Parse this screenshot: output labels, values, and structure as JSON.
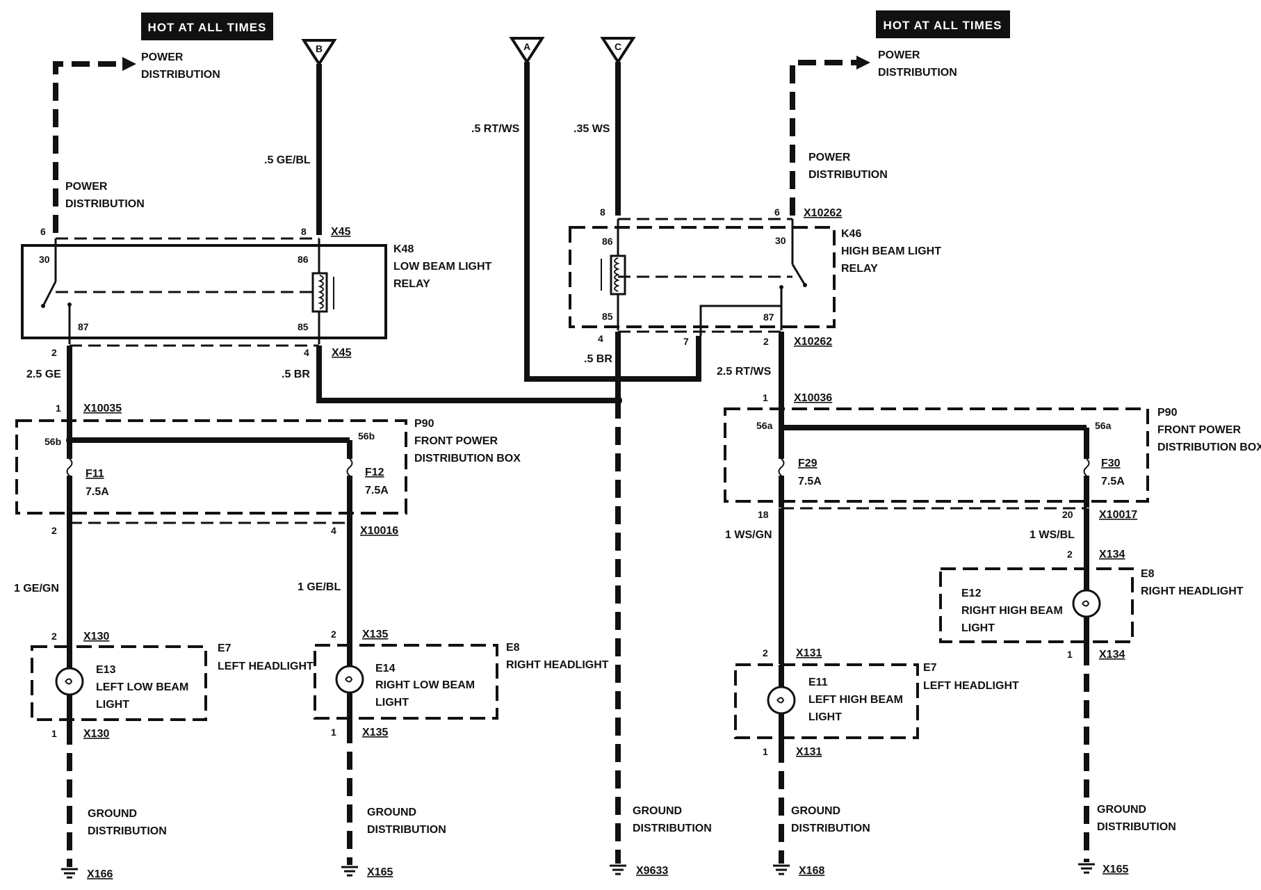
{
  "banners": {
    "left": "HOT AT ALL TIMES",
    "right": "HOT AT ALL TIMES"
  },
  "terminals": {
    "b": "B",
    "a": "A",
    "c": "C"
  },
  "power_distribution": {
    "top_left": [
      "POWER",
      "DISTRIBUTION"
    ],
    "left_mid": [
      "POWER",
      "DISTRIBUTION"
    ],
    "top_right": [
      "POWER",
      "DISTRIBUTION"
    ],
    "right_mid": [
      "POWER",
      "DISTRIBUTION"
    ]
  },
  "wires": {
    "b_wire": ".5 GE/BL",
    "a_wire": ".5 RT/WS",
    "c_wire": ".35 WS",
    "k48_pin87_wire": "2.5 GE",
    "k48_pin85_wire": ".5 BR",
    "k46_pin85_wire": ".5 BR",
    "k46_pin87_wire": "2.5 RT/WS",
    "f11_out": "1 GE/GN",
    "f12_out": "1 GE/BL",
    "f29_out": "1 WS/GN",
    "f30_out": "1 WS/BL"
  },
  "relays": {
    "k48": {
      "id": "K48",
      "line1": "LOW BEAM LIGHT",
      "line2": "RELAY"
    },
    "k46": {
      "id": "K46",
      "line1": "HIGH BEAM LIGHT",
      "line2": "RELAY"
    }
  },
  "pins": {
    "k48_top_30_x": "6",
    "k48_top_86_x": "8",
    "k48_in_30": "30",
    "k48_in_86": "86",
    "k48_in_87": "87",
    "k48_in_85": "85",
    "k48_bot_87": "2",
    "k48_bot_85": "4",
    "k46_top_86": "8",
    "k46_top_30": "6",
    "k46_in_86": "86",
    "k46_in_30": "30",
    "k46_in_85": "85",
    "k46_in_87": "87",
    "k46_bot_85": "4",
    "k46_bot_7": "7",
    "k46_bot_87": "2",
    "p90l_in": "1",
    "p90l_out_f11": "2",
    "p90l_out_f12": "4",
    "p90r_in": "1",
    "p90r_out_f29": "18",
    "p90r_out_f30": "20",
    "p90l_56b_a": "56b",
    "p90l_56b_b": "56b",
    "p90r_56a_a": "56a",
    "p90r_56a_b": "56a",
    "e13_top": "2",
    "e13_bot": "1",
    "e14_top": "2",
    "e14_bot": "1",
    "e11_top": "2",
    "e11_bot": "1",
    "e12_top": "2",
    "e12_bot": "1"
  },
  "connectors": {
    "x45_top": "X45",
    "x45_bot": "X45",
    "x10262_top": "X10262",
    "x10262_bot": "X10262",
    "x10035": "X10035",
    "x10016": "X10016",
    "x10036": "X10036",
    "x10017": "X10017",
    "x130_top": "X130",
    "x130_bot": "X130",
    "x135_top": "X135",
    "x135_bot": "X135",
    "x131_top": "X131",
    "x131_bot": "X131",
    "x134_top": "X134",
    "x134_bot": "X134"
  },
  "fuse_boxes": {
    "left": {
      "id": "P90",
      "line1": "FRONT POWER",
      "line2": "DISTRIBUTION BOX"
    },
    "right": {
      "id": "P90",
      "line1": "FRONT POWER",
      "line2": "DISTRIBUTION BOX"
    }
  },
  "fuses": {
    "f11": {
      "id": "F11",
      "rating": "7.5A"
    },
    "f12": {
      "id": "F12",
      "rating": "7.5A"
    },
    "f29": {
      "id": "F29",
      "rating": "7.5A"
    },
    "f30": {
      "id": "F30",
      "rating": "7.5A"
    }
  },
  "headlights": {
    "e7_left": {
      "id": "E7",
      "name": "LEFT HEADLIGHT"
    },
    "e8_left": {
      "id": "E8",
      "name": "RIGHT HEADLIGHT"
    },
    "e7_right": {
      "id": "E7",
      "name": "LEFT HEADLIGHT"
    },
    "e8_right": {
      "id": "E8",
      "name": "RIGHT HEADLIGHT"
    }
  },
  "lamps": {
    "e13": {
      "id": "E13",
      "line1": "LEFT LOW BEAM",
      "line2": "LIGHT"
    },
    "e14": {
      "id": "E14",
      "line1": "RIGHT LOW BEAM",
      "line2": "LIGHT"
    },
    "e11": {
      "id": "E11",
      "line1": "LEFT HIGH BEAM",
      "line2": "LIGHT"
    },
    "e12": {
      "id": "E12",
      "line1": "RIGHT HIGH BEAM",
      "line2": "LIGHT"
    }
  },
  "grounds": {
    "g1": {
      "line1": "GROUND",
      "line2": "DISTRIBUTION",
      "ref": "X166"
    },
    "g2": {
      "line1": "GROUND",
      "line2": "DISTRIBUTION",
      "ref": "X165"
    },
    "g3": {
      "line1": "GROUND",
      "line2": "DISTRIBUTION",
      "ref": "X9633"
    },
    "g4": {
      "line1": "GROUND",
      "line2": "DISTRIBUTION",
      "ref": "X168"
    },
    "g5": {
      "line1": "GROUND",
      "line2": "DISTRIBUTION",
      "ref": "X165"
    }
  }
}
